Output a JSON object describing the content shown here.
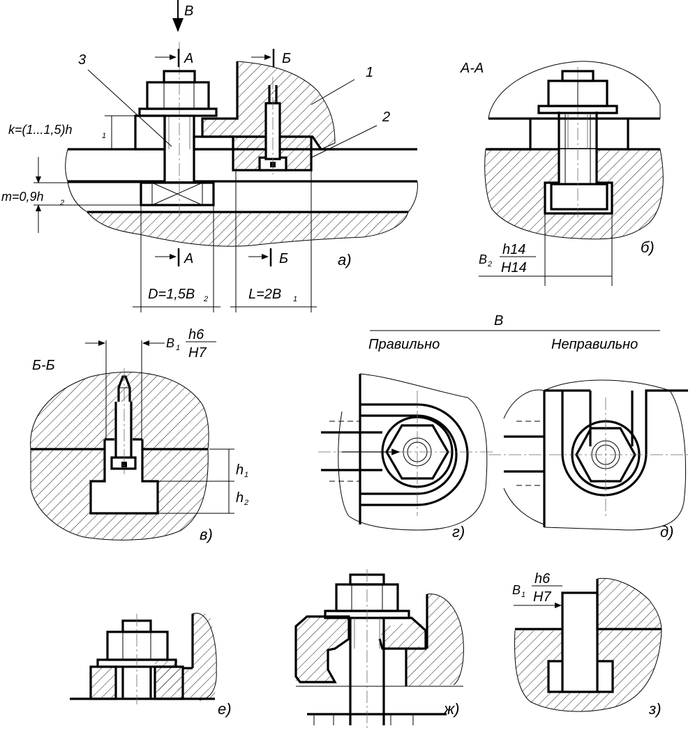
{
  "top": {
    "view_arrow": "В",
    "section_a_left": "А",
    "section_b_left": "Б",
    "part_1": "1",
    "part_2": "2",
    "part_3": "3",
    "k_dim": "k=(1...1,5)h",
    "k_sub": "1",
    "m_dim": "m=0,9h",
    "m_sub": "2",
    "section_a_bottom": "А",
    "section_b_bottom": "Б",
    "caption_a": "а)",
    "d_dim": "D=1,5B",
    "d_sub": "2",
    "l_dim": "L=2B",
    "l_sub": "1"
  },
  "aa": {
    "title": "А-А",
    "tol_base": "B",
    "tol_sub": "2",
    "tol_num": "h14",
    "tol_den": "H14",
    "caption": "б)"
  },
  "bb": {
    "title": "Б-Б",
    "tol_base": "B",
    "tol_sub": "1",
    "tol_num": "h6",
    "tol_den": "H7",
    "h1": "h",
    "h1_sub": "1",
    "h2": "h",
    "h2_sub": "2",
    "caption": "в)"
  },
  "view_v": {
    "title": "В",
    "correct": "Правильно",
    "incorrect": "Неправильно",
    "caption_g": "г)",
    "caption_d": "д)"
  },
  "bottom": {
    "caption_e": "е)",
    "caption_zh": "ж)",
    "caption_z": "з)",
    "tol_base": "B",
    "tol_sub": "1",
    "tol_num": "h6",
    "tol_den": "H7"
  }
}
